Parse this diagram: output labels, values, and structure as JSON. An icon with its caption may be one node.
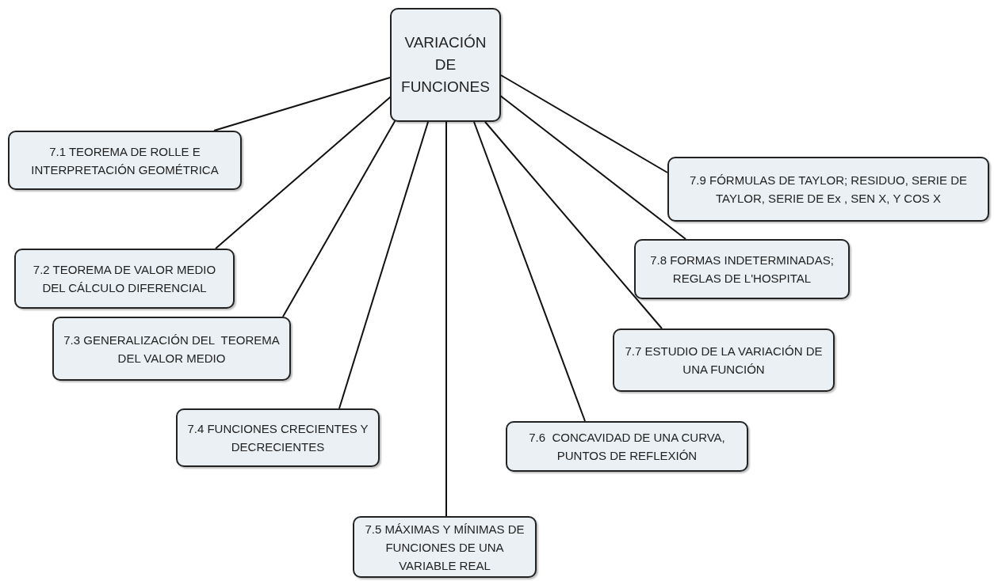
{
  "diagram": {
    "nodes": [
      {
        "text": [
          "VARIACIÓN DE FUNCIONES"
        ]
      },
      {
        "text": [
          "7.1 TEOREMA DE ROLLE E INTERPRETACIÓN GEOMÉTRICA"
        ]
      },
      {
        "text": [
          "7.2 TEOREMA DE VALOR MEDIO DEL CÁLCULO DIFERENCIAL"
        ]
      },
      {
        "text": [
          "7.3 GENERALIZACIÓN DEL  TEOREMA DEL VALOR MEDIO"
        ]
      },
      {
        "text": [
          "7.4 FUNCIONES CRECIENTES Y  DECRECIENTES"
        ]
      },
      {
        "text": [
          "7.5 MÁXIMAS Y MÍNIMAS DE FUNCIONES DE UNA VARIABLE REAL"
        ]
      },
      {
        "text": [
          "7.6  CONCAVIDAD DE UNA CURVA, PUNTOS DE REFLEXIÓN"
        ]
      },
      {
        "text": [
          "7.7 ESTUDIO DE LA VARIACIÓN DE UNA FUNCIÓN"
        ]
      },
      {
        "text": [
          "7.8 FORMAS INDETERMINADAS; REGLAS DE L'HOSPITAL"
        ]
      },
      {
        "text": [
          "7.9 FÓRMULAS DE TAYLOR; RESIDUO, SERIE DE TAYLOR, SERIE DE Ex , SEN X, Y COS X"
        ]
      }
    ],
    "edges": [
      {
        "from": 0,
        "to": 1,
        "arrow": "none"
      },
      {
        "from": 0,
        "to": 2,
        "arrow": "none"
      },
      {
        "from": 0,
        "to": 3,
        "arrow": "none"
      },
      {
        "from": 0,
        "to": 4,
        "arrow": "none"
      },
      {
        "from": 0,
        "to": 5,
        "arrow": "none"
      },
      {
        "from": 0,
        "to": 6,
        "arrow": "none"
      },
      {
        "from": 0,
        "to": 7,
        "arrow": "none"
      },
      {
        "from": 0,
        "to": 8,
        "arrow": "none"
      },
      {
        "from": 0,
        "to": 9,
        "arrow": "none"
      }
    ]
  }
}
